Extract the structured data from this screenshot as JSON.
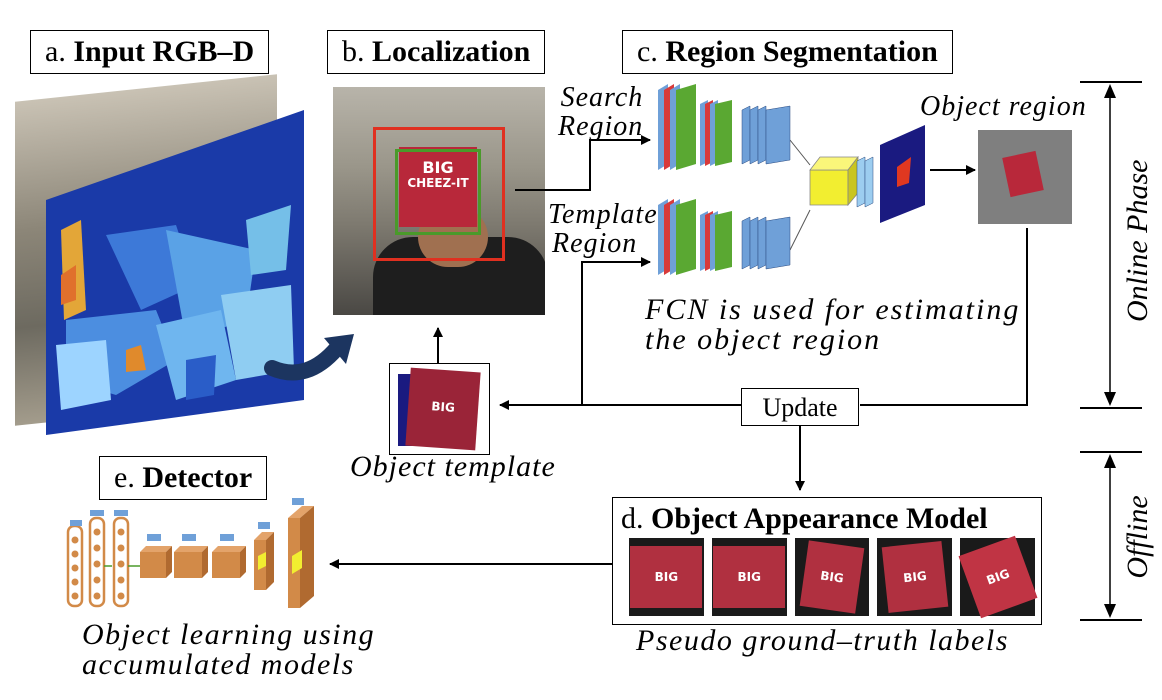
{
  "labels": {
    "input": {
      "prefix": "a.",
      "title": "Input RGB–D"
    },
    "localization": {
      "prefix": "b.",
      "title": "Localization"
    },
    "segmentation": {
      "prefix": "c.",
      "title": "Region Segmentation"
    },
    "appearance": {
      "prefix": "d.",
      "title": "Object Appearance Model"
    },
    "detector": {
      "prefix": "e.",
      "title": "Detector"
    }
  },
  "captions": {
    "search_region": [
      "Search",
      "Region"
    ],
    "template_region": [
      "Template",
      "Region"
    ],
    "object_region": "Object region",
    "fcn": [
      "FCN is used for estimating",
      "the object region"
    ],
    "object_template": "Object template",
    "pseudo_labels": "Pseudo ground–truth labels",
    "object_learning": [
      "Object learning using",
      "accumulated models"
    ],
    "update": "Update"
  },
  "phases": {
    "online": "Online Phase",
    "offline": "Offline"
  },
  "product_text": [
    "BIG",
    "CHEEZ-IT"
  ],
  "colors": {
    "depth_bg": "#1a3aa8",
    "bbox_red": "#e03020",
    "bbox_green": "#4a9a2a",
    "layer_green": "#5aa832",
    "layer_red": "#d83a3a",
    "layer_blue": "#6fa0d8",
    "layer_yellow": "#f2ee30",
    "detector_orange": "#d28a48"
  }
}
